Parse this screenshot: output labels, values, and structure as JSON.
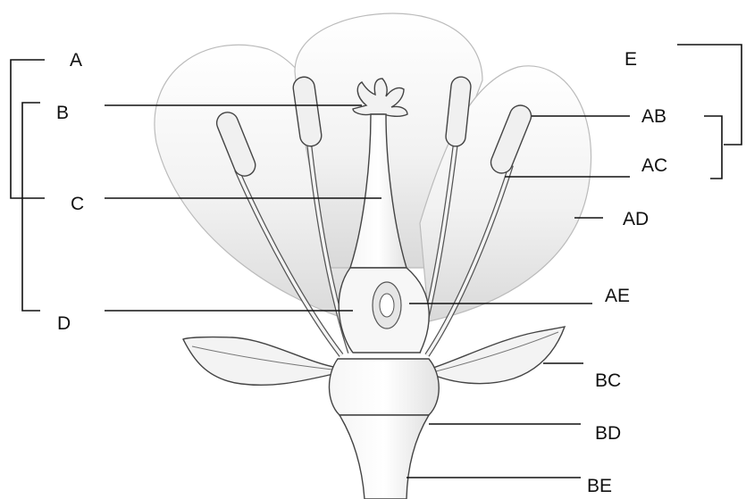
{
  "diagram": {
    "subject": "flower-longitudinal-section",
    "labels": {
      "A": "A",
      "B": "B",
      "C": "C",
      "D": "D",
      "E": "E",
      "AB": "AB",
      "AC": "AC",
      "AD": "AD",
      "AE": "AE",
      "BC": "BC",
      "BD": "BD",
      "BE": "BE"
    }
  }
}
